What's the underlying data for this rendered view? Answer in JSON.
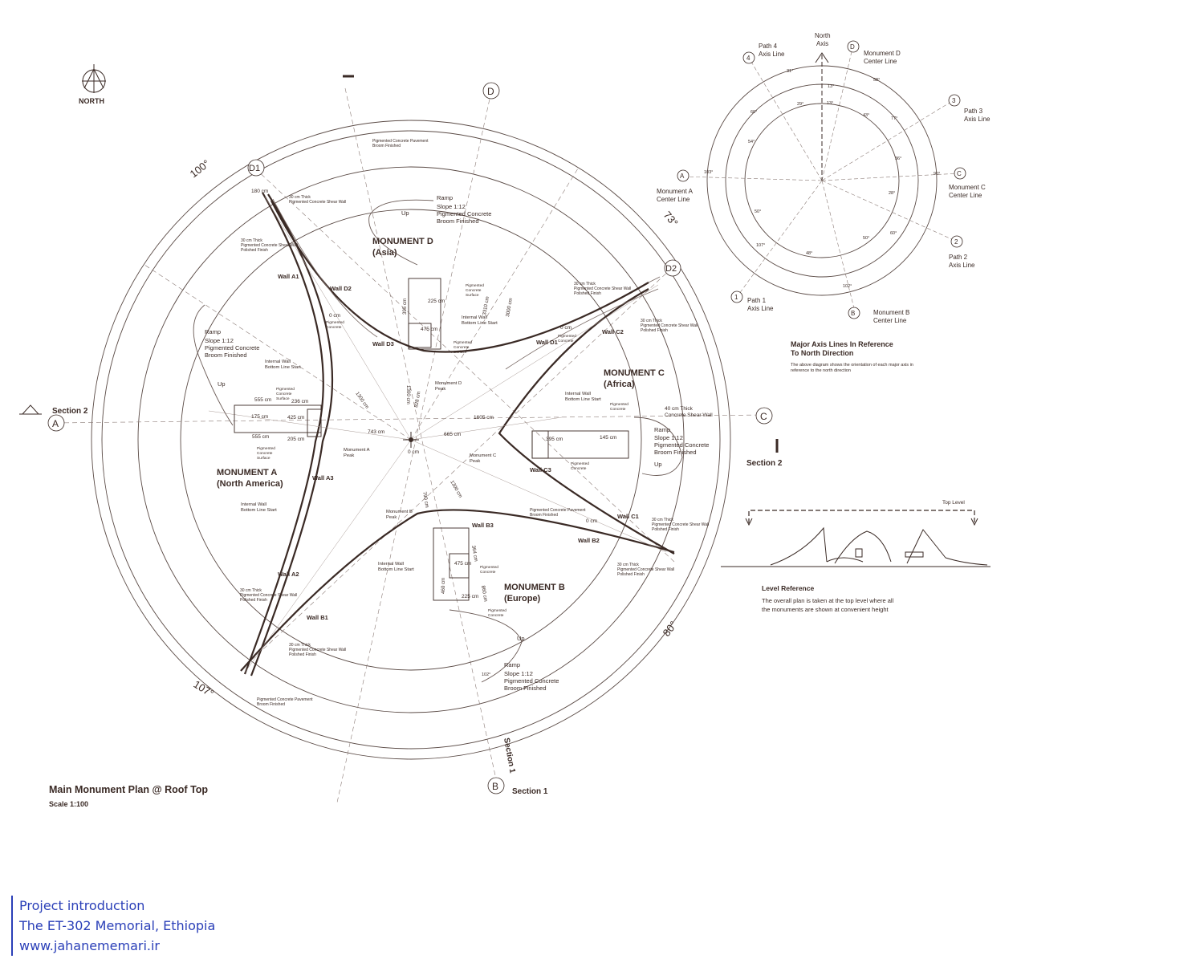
{
  "north_label": "NORTH",
  "plan": {
    "title": "Main Monument Plan @ Roof Top",
    "scale": "Scale 1:100",
    "angles": {
      "a100": "100°",
      "a73": "73°",
      "a80": "80°",
      "a107": "107°"
    },
    "axis_markers": {
      "A": "A",
      "B": "B",
      "C": "C",
      "D": "D",
      "D1": "D1",
      "D2": "D2"
    },
    "sections": {
      "s2_left": "Section 2",
      "s2_right": "Section 2",
      "s1_bottom": "Section 1",
      "s1_vertical": "Section 1"
    },
    "monuments": {
      "d_title": "MONUMENT D",
      "d_sub": "(Asia)",
      "c_title": "MONUMENT C",
      "c_sub": "(Africa)",
      "a_title": "MONUMENT A",
      "a_sub": "(North America)",
      "b_title": "MONUMENT B",
      "b_sub": "(Europe)"
    },
    "walls": {
      "a1": "Wall A1",
      "a2": "Wall A2",
      "a3": "Wall A3",
      "b1": "Wall B1",
      "b2": "Wall B2",
      "b3": "Wall B3",
      "c1": "Wall C1",
      "c2": "Wall C2",
      "c3": "Wall C3",
      "d1": "Wall D1",
      "d2": "Wall D2",
      "d3": "Wall D3"
    },
    "ramps": {
      "d": [
        "Ramp",
        "Slope  1:12",
        "Pigmented Concrete",
        "Broom Finished"
      ],
      "a": [
        "Ramp",
        "Slope  1:12",
        "Pigmented Concrete",
        "Broom Finished"
      ],
      "c": [
        "Ramp",
        "Slope  1:12",
        "Pigmented Concrete",
        "Broom Finished"
      ],
      "b": [
        "Ramp",
        "Slope  1:12",
        "Pigmented Concrete",
        "Broom Finished"
      ],
      "up": "Up"
    },
    "notes": {
      "pavement": [
        "Pigmented Concrete Pavement",
        "Broom Finished"
      ],
      "shear_wall": [
        "30 cm Thick",
        "Pigmented Concrete Shear Wall",
        "Polished Finish"
      ],
      "shear_wall_c": [
        "40 cm Thick",
        "Concrete Shear Wall"
      ],
      "internal_wall": [
        "Internal Wall",
        "Bottom Line Start"
      ],
      "pig_surface": [
        "Pigmented",
        "Concrete",
        "Surface"
      ],
      "peak_a": [
        "Monument A",
        "Peak"
      ],
      "peak_b": [
        "Monument B",
        "Peak"
      ],
      "peak_c": [
        "Monument C",
        "Peak"
      ],
      "peak_d": [
        "Monument D",
        "Peak"
      ]
    },
    "dims": {
      "d555a": "555 cm",
      "d555b": "555 cm",
      "d236": "236 cm",
      "d175": "175 cm",
      "d425": "425 cm",
      "d205": "205 cm",
      "d743": "743 cm",
      "d665": "665 cm",
      "d1605": "1605 cm",
      "d395c": "395 cm",
      "d145": "145 cm",
      "d1300a": "1300 cm",
      "d1300b": "1300 cm",
      "d1300c": "1300 cm",
      "d828": "828 cm",
      "d790": "790 cm",
      "d0a": "0 cm",
      "d0b": "0 cm",
      "d0c": "0 cm",
      "d0d": "0 cm",
      "d225d": "225 cm",
      "d475d": "475 cm",
      "d395d": "395 cm",
      "d3310": "3310 cm",
      "d3000": "3000 cm",
      "d475b": "475 cm",
      "d225b": "225 cm",
      "d460": "460 cm",
      "d860": "860 cm",
      "d364": "364 cm",
      "d180": "180 cm"
    }
  },
  "axis_diagram": {
    "north": [
      "North",
      "Axis"
    ],
    "d_center": [
      "Monument D",
      "Center Line"
    ],
    "a_center": [
      "Monument A",
      "Center Line"
    ],
    "c_center": [
      "Monument C",
      "Center Line"
    ],
    "b_center": [
      "Monument B",
      "Center Line"
    ],
    "path1": [
      "Path 1",
      "Axis Line"
    ],
    "path2": [
      "Path 2",
      "Axis Line"
    ],
    "path3": [
      "Path 3",
      "Axis Line"
    ],
    "path4": [
      "Path 4",
      "Axis Line"
    ],
    "markers": {
      "A": "A",
      "B": "B",
      "C": "C",
      "D": "D",
      "p1": "1",
      "p2": "2",
      "p3": "3",
      "p4": "4"
    },
    "angles": {
      "g31": "31°",
      "g58": "58°",
      "g13a": "13°",
      "g13b": "13°",
      "g29": "29°",
      "g43": "43°",
      "g77": "77°",
      "g60a": "60°",
      "g54": "54°",
      "g36": "36°",
      "g90": "90°",
      "g28": "28°",
      "g50a": "50°",
      "g103": "103°",
      "g60b": "60°",
      "g50b": "50°",
      "g107": "107°",
      "g48": "48°",
      "g102": "102°",
      "g102b": "102°"
    },
    "caption_title": [
      "Major Axis Lines In Reference",
      "To North Direction"
    ],
    "caption_body": [
      "The above diagram shows the orientation of each major axis in",
      "reference to the north direction"
    ]
  },
  "level_ref": {
    "top_level": "Top Level",
    "title": "Level Reference",
    "body": [
      "The overall plan is taken at the top level where all",
      "the monuments are shown at convenient height"
    ]
  },
  "credit": {
    "line1": "Project introduction",
    "line2": "The ET-302 Memorial, Ethiopia",
    "line3": "www.jahanememari.ir"
  },
  "colors": {
    "ink": "#3a2a25",
    "accent": "#2a3fb8"
  }
}
